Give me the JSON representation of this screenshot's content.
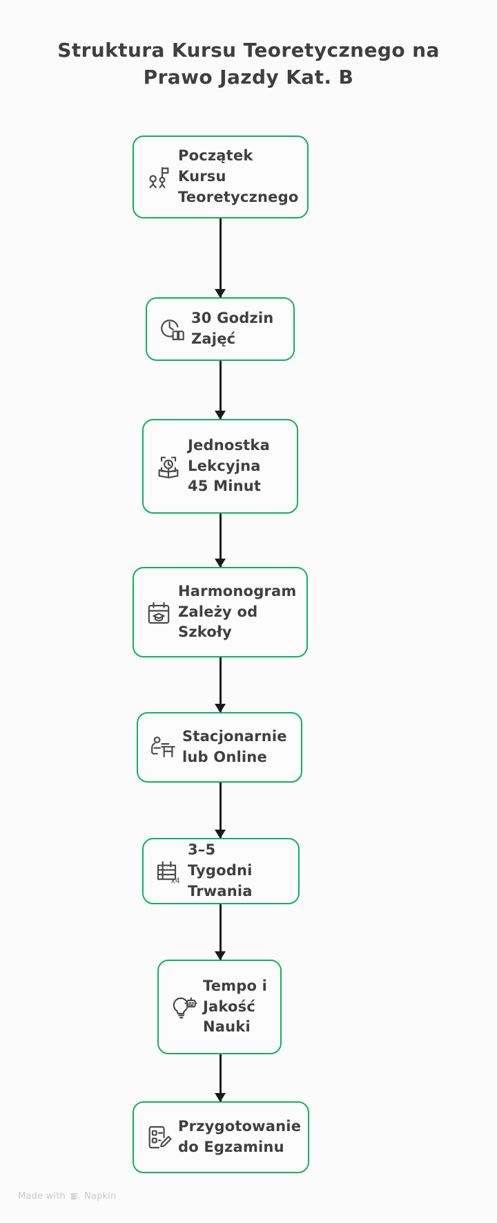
{
  "page": {
    "title": "Struktura Kursu Teoretycznego na Prawo Jazdy Kat. B",
    "background_color": "#fbfbfb",
    "accent_color": "#10b15e",
    "text_color": "#3f3f3f",
    "arrow_color": "#1a1a1a"
  },
  "flow": {
    "type": "vertical-flowchart",
    "nodes": [
      {
        "id": "node-1",
        "label": "Początek\nKursu\nTeoretycznego",
        "icon": "people-flag-icon"
      },
      {
        "id": "node-2",
        "label": "30 Godzin\nZajęć",
        "icon": "clock-book-icon"
      },
      {
        "id": "node-3",
        "label": "Jednostka\nLekcyjna\n45 Minut",
        "icon": "book-clock-icon"
      },
      {
        "id": "node-4",
        "label": "Harmonogram\nZależy od\nSzkoły",
        "icon": "calendar-graduation-icon"
      },
      {
        "id": "node-5",
        "label": "Stacjonarnie\nlub Online",
        "icon": "person-desk-icon"
      },
      {
        "id": "node-6",
        "label": "3–5\nTygodni\nTrwania",
        "icon": "calendar-x4-icon"
      },
      {
        "id": "node-7",
        "label": "Tempo i\nJakość\nNauki",
        "icon": "lightbulb-robot-icon"
      },
      {
        "id": "node-8",
        "label": "Przygotowanie\ndo Egzaminu",
        "icon": "clipboard-pencil-icon"
      }
    ],
    "connectors": [
      {
        "from": "node-1",
        "to": "node-2",
        "style": "arrow-down"
      },
      {
        "from": "node-2",
        "to": "node-3",
        "style": "arrow-down"
      },
      {
        "from": "node-3",
        "to": "node-4",
        "style": "arrow-down"
      },
      {
        "from": "node-4",
        "to": "node-5",
        "style": "arrow-down"
      },
      {
        "from": "node-5",
        "to": "node-6",
        "style": "arrow-down"
      },
      {
        "from": "node-6",
        "to": "node-7",
        "style": "arrow-down"
      },
      {
        "from": "node-7",
        "to": "node-8",
        "style": "arrow-down"
      }
    ]
  },
  "footer": {
    "made_with": "Made with",
    "brand": "Napkin",
    "icon": "napkin-logo-icon"
  }
}
